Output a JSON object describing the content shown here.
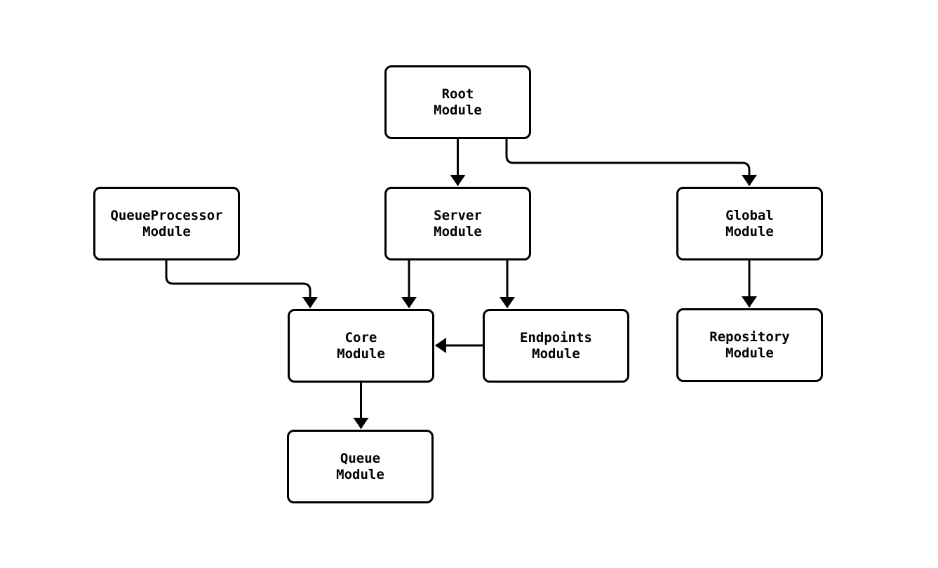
{
  "diagram": {
    "title": "module-dependency-diagram",
    "colors": {
      "background": "#ffffff",
      "node_fill": "#ffffff",
      "node_border": "#000000",
      "edge_stroke": "#000000",
      "text": "#000000"
    },
    "arrowhead_style": "filled-triangle",
    "nodes": [
      {
        "id": "root-module",
        "label": "Root\nModule"
      },
      {
        "id": "queueprocessor-module",
        "label": "QueueProcessor\nModule"
      },
      {
        "id": "server-module",
        "label": "Server\nModule"
      },
      {
        "id": "global-module",
        "label": "Global\nModule"
      },
      {
        "id": "core-module",
        "label": "Core\nModule"
      },
      {
        "id": "endpoints-module",
        "label": "Endpoints\nModule"
      },
      {
        "id": "repository-module",
        "label": "Repository\nModule"
      },
      {
        "id": "queue-module",
        "label": "Queue\nModule"
      }
    ],
    "edges": [
      {
        "from": "root-module",
        "to": "server-module"
      },
      {
        "from": "root-module",
        "to": "global-module"
      },
      {
        "from": "queueprocessor-module",
        "to": "core-module"
      },
      {
        "from": "server-module",
        "to": "core-module"
      },
      {
        "from": "server-module",
        "to": "endpoints-module"
      },
      {
        "from": "endpoints-module",
        "to": "core-module"
      },
      {
        "from": "global-module",
        "to": "repository-module"
      },
      {
        "from": "core-module",
        "to": "queue-module"
      }
    ]
  }
}
